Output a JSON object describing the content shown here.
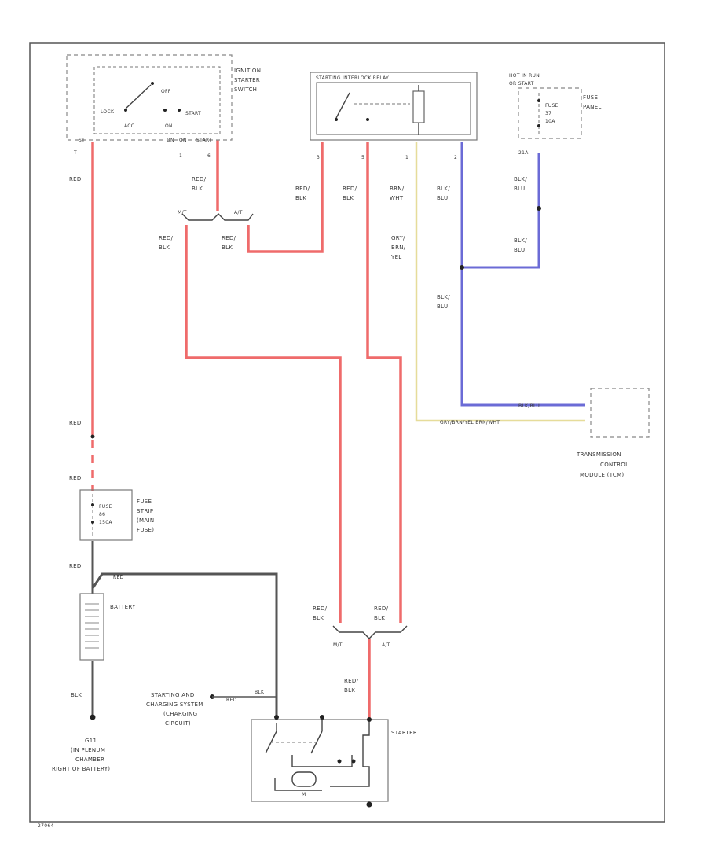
{
  "colors": {
    "red": "#ef6b6b",
    "blue": "#6b6bd6",
    "yellow": "#e6dc9a",
    "black": "#555555",
    "text": "#333333"
  },
  "components": {
    "ignition_switch": [
      "IGNITION",
      "STARTER",
      "SWITCH"
    ],
    "ignition_positions": {
      "off": "OFF",
      "lock": "LOCK",
      "acc": "ACC",
      "on": "ON",
      "start": "START"
    },
    "ignition_pins": [
      "ST",
      "ON",
      "ON",
      "START"
    ],
    "interlock_relay": "STARTING INTERLOCK RELAY",
    "hot_in_run": [
      "HOT IN RUN",
      "OR START"
    ],
    "fuse_panel": [
      "FUSE",
      "PANEL"
    ],
    "fuse_run": [
      "FUSE",
      "37",
      "10A"
    ],
    "fuse_strip": [
      "FUSE",
      "STRIP",
      "(MAIN",
      "FUSE)"
    ],
    "fuse_main": [
      "FUSE",
      "86",
      "150A"
    ],
    "battery": "BATTERY",
    "tcm": [
      "TRANSMISSION",
      "CONTROL",
      "MODULE (TCM)"
    ],
    "starter": "STARTER",
    "ground": [
      "G11",
      "(IN PLENUM",
      "CHAMBER",
      "RIGHT OF BATTERY)"
    ],
    "charging": [
      "STARTING AND",
      "CHARGING SYSTEM",
      "(CHARGING",
      "CIRCUIT)"
    ],
    "motor": "M",
    "transmission": {
      "mt": "M/T",
      "at": "A/T"
    },
    "diagram_id": "27064"
  },
  "pins": {
    "ign_t": "T",
    "ign_1": "1",
    "ign_6": "6",
    "relay_3": "3",
    "relay_5": "5",
    "relay_1": "1",
    "relay_2": "2",
    "fuse_21a": "21A"
  },
  "wires": {
    "red": "RED",
    "red_blk": [
      "RED/",
      "BLK"
    ],
    "brn_wht": [
      "BRN/",
      "WHT"
    ],
    "grn_brn_yel": [
      "GRY/",
      "BRN/",
      "YEL"
    ],
    "blk_blu": [
      "BLK/",
      "BLU"
    ],
    "blk": "BLK",
    "tcm_blu": "BLK/BLU",
    "tcm_yel": "GRY/BRN/YEL  BRN/WHT"
  }
}
